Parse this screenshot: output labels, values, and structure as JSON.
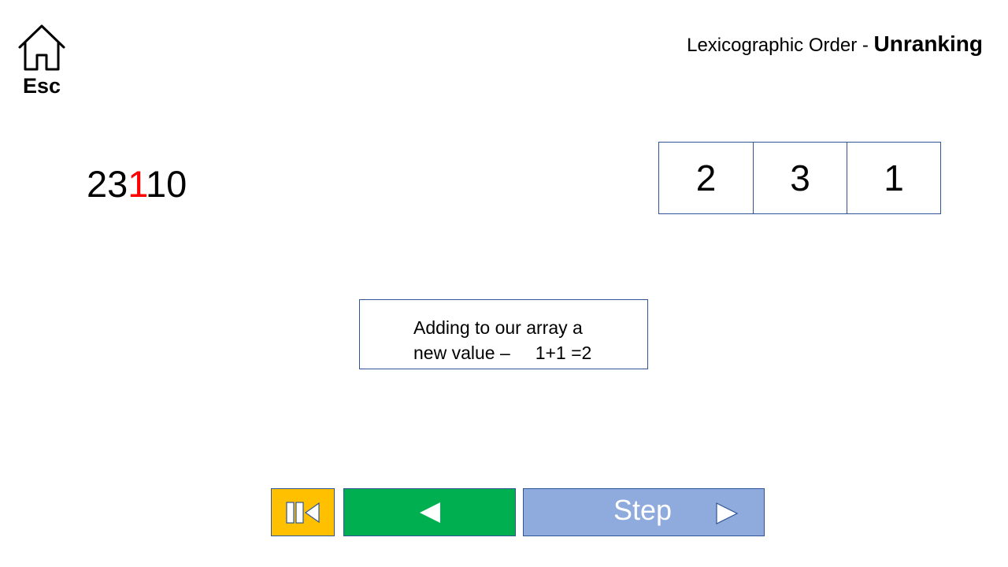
{
  "nav": {
    "home_icon": "home-icon",
    "esc_label": "Esc"
  },
  "header": {
    "title_prefix": "Lexicographic Order - ",
    "title_bold": "Unranking"
  },
  "sequence": {
    "before": "23",
    "highlight": "1",
    "after": "10",
    "highlight_color": "#ff0000"
  },
  "array": {
    "cells": [
      "2",
      "3",
      "1"
    ]
  },
  "message": {
    "text": "Adding to our array a\nnew value –     1+1 =2"
  },
  "controls": {
    "restart_icon": "skip-to-start-icon",
    "back_icon": "triangle-left-icon",
    "step_label": "Step",
    "step_icon": "triangle-right-icon",
    "colors": {
      "restart": "#ffc000",
      "back": "#00b050",
      "step": "#8faadc",
      "border": "#2f5597"
    }
  }
}
